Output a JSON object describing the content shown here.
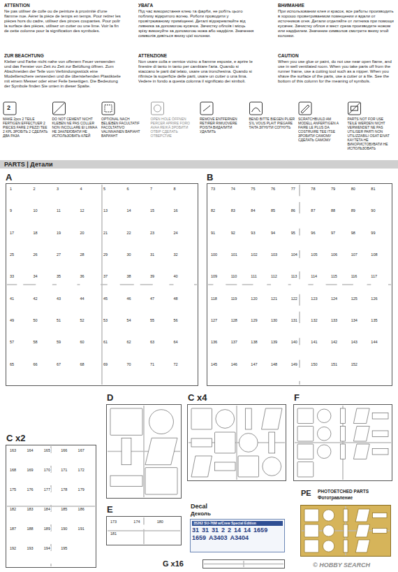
{
  "diagram": {
    "title": "PARTS | Детали",
    "nodes": [
      {
        "text": [
          "A"
        ]
      },
      {
        "text": [
          "B"
        ]
      },
      {
        "text": [
          "D"
        ]
      },
      {
        "text": [
          "C x4"
        ]
      },
      {
        "text": [
          "C x2"
        ]
      },
      {
        "text": [
          "F"
        ]
      },
      {
        "text": [
          "E"
        ]
      },
      {
        "text": [
          "Decal",
          "Деколь"
        ]
      },
      {
        "text": [
          "PE",
          "PHOTOETCHED PARTS",
          "Фототравление"
        ]
      },
      {
        "text": [
          "G x16"
        ]
      }
    ],
    "labels": [
      "ATTENTION",
      "Ne pas utiliser de colle ou de peinture à proximité d'une flamme nue. Aérer la pièce de temps en temps. Pour retirer les pièces hors du cadre, utilisez des pinces coupantes. Pour polir la surface des pièces, utilisez un cutter ou une lime. Voir la fin de cette colonne pour la signification des symboles.",
      "ZUR BEACHTUNG",
      "Kleber und Farbe nicht nahe von offenem Feuer verwenden und das Fenster von Zeit zu Zeit zur Belüftung öffnen. Zum Abschneiden der Teile vom Verbindungsstück eine Modellierschere verwenden und die überstehenden Plastikteile mit einem Messer oder einer Feile beseitigen. Die Bedeutung der Symbole finden Sie unten in dieser Spalte.",
      "УВАГА",
      "Під час використання клею та фарби, не робіть цього поблизу відкритого вогню. Роботи проводити у провітрюваному приміщенні. Деталі відокремлюйте від ливника за допомогою кусачок. Зачистку облоїв і місць зрізу виконуйте за допомогою ножа або надфіля. Значення символів дивіться внизу цієї колонки.",
      "ATTENZIONE",
      "Non usare colla e vernice vicino a fiamme esposte, e aprire le finestre di tanto in tanto per cambiare l'aria. Quando si staccano le parti dal telaio, usare una tronchesina. Quando si rifinisce la superficie delle parti, usare un cutter o una lima. Vedere in fondo a questa colonna il significato dei simboli.",
      "ВНИМАНИЕ",
      "При использовании клея и красок, все работы производить в хорошо проветриваемом помещении и вдали от источников огня. Детали отделяйте от литника при помощи кусачек. Зачистку облоя и мест среза производите ножом или надфилем. Значение символов смотрите внизу этой колонки.",
      "CAUTION",
      "When you use glue or paint, do not use near open flame, and use in well ventilated room. When you take parts off from the runner frame, use a cutting tool such as a nipper. When you shave the surface of the parts, use a cutter or a file. See the bottom of this column for the meaning of symbols.",
      "2",
      "1",
      "2",
      "3",
      "4",
      "5",
      "6",
      "7",
      "8",
      "9",
      "10",
      "11",
      "12",
      "13",
      "14",
      "15",
      "16",
      "17",
      "18",
      "19",
      "20",
      "21",
      "22",
      "23",
      "24",
      "25",
      "26",
      "27",
      "28",
      "29",
      "30",
      "31",
      "32",
      "33",
      "34",
      "35",
      "36",
      "37",
      "38",
      "39",
      "40",
      "41",
      "42",
      "43",
      "44",
      "45",
      "46",
      "47",
      "48",
      "49",
      "50",
      "51",
      "52",
      "53",
      "54",
      "55",
      "56",
      "57",
      "58",
      "59",
      "60",
      "61",
      "62",
      "63",
      "64",
      "65",
      "66",
      "67",
      "68",
      "69",
      "70",
      "71",
      "72",
      "73",
      "74",
      "75",
      "76",
      "77",
      "78",
      "79",
      "80",
      "81",
      "82",
      "83",
      "84",
      "85",
      "86",
      "87",
      "88",
      "89",
      "90",
      "91",
      "92",
      "93",
      "94",
      "95",
      "96",
      "97",
      "98",
      "99",
      "100",
      "101",
      "102",
      "103",
      "104",
      "105",
      "106",
      "107",
      "108",
      "109",
      "110",
      "111",
      "112",
      "113",
      "114",
      "115",
      "116",
      "117",
      "118",
      "119",
      "120",
      "121",
      "122",
      "123",
      "124",
      "125",
      "126",
      "127",
      "128",
      "129",
      "130",
      "131",
      "132",
      "133",
      "134",
      "135",
      "136",
      "137",
      "138",
      "139",
      "140",
      "141",
      "142",
      "143",
      "144",
      "145",
      "146",
      "147",
      "148",
      "149",
      "150",
      "151",
      "152",
      "163",
      "164",
      "165",
      "166",
      "167",
      "168",
      "169",
      "170",
      "171",
      "172",
      "175",
      "176",
      "177",
      "178",
      "179",
      "182",
      "183",
      "184",
      "185",
      "186",
      "187",
      "188",
      "189",
      "190",
      "191",
      "192",
      "193",
      "194",
      "195",
      "173",
      "174",
      "180",
      "181",
      "35262 SU-76M w/Crew Special Edition",
      "31",
      "31",
      "31",
      "2",
      "2",
      "14",
      "14",
      "1659",
      "1659",
      "А3403",
      "А3404",
      "© HOBBY SEARCH"
    ],
    "legend": [
      {
        "text": "MAKE 2pcs 2 TEILE FERTIGEN EFFECTUER 2 PIECES FARE 2 PEZZI TEE 2 KPL ЗРОБІТЬ 2 СДЕЛАТЬ ДВА РАЗА"
      },
      {
        "text": "DO NOT CEMENT NICHT KLEBEN NE PAS COLLER NON INCOLLARE EI LIIMAA НЕ ЗАКЛЕЮВАТИ НЕ ИСПОЛЬЗОВАТЬ КЛЕЙ"
      },
      {
        "text": "OPTIONAL NACH BELIEBEN FACULTATIF FACOLTATIVO VALINNAINEN ВАРІАНТ ВАРИАНТ"
      },
      {
        "text": "OPEN HOLE ÖFFNEN PERCER APRIRE FORO AVAA REIKÄ ЗРОБИТИ ОТВІР СДЕЛАТЬ ОТВЕРСТИЕ"
      },
      {
        "text": "REMOVE ENTFERNEN RETIRER RIMUOVERE POISTA ВИДАЛИТИ УДАЛИТЬ"
      },
      {
        "text": "BEND BITTE BIEGEN PLIER S'IL VOUS PLAIT PIEGARE TAITA ЗІГНУТИ СОГНУТЬ"
      },
      {
        "text": "SCRATCHBUILD AM MODELL ANFERTIGEN A FAIRE LE PLUS DA COSTRUIRE TEE ITSE ЗРОБИТИ САМОМУ СДЕЛАТЬ САМОМУ"
      },
      {
        "text": "PARTS NOT FOR USE TEILE WERDEN NICHT VERWENDET NE PAS UTILISER PARTI NON UTILIZZABILI OSAT EIVAT KAYTETA НЕ ВИКОРИСТОВУВАТИ НЕ ИСПОЛЬЗОВАТЬ"
      }
    ]
  }
}
